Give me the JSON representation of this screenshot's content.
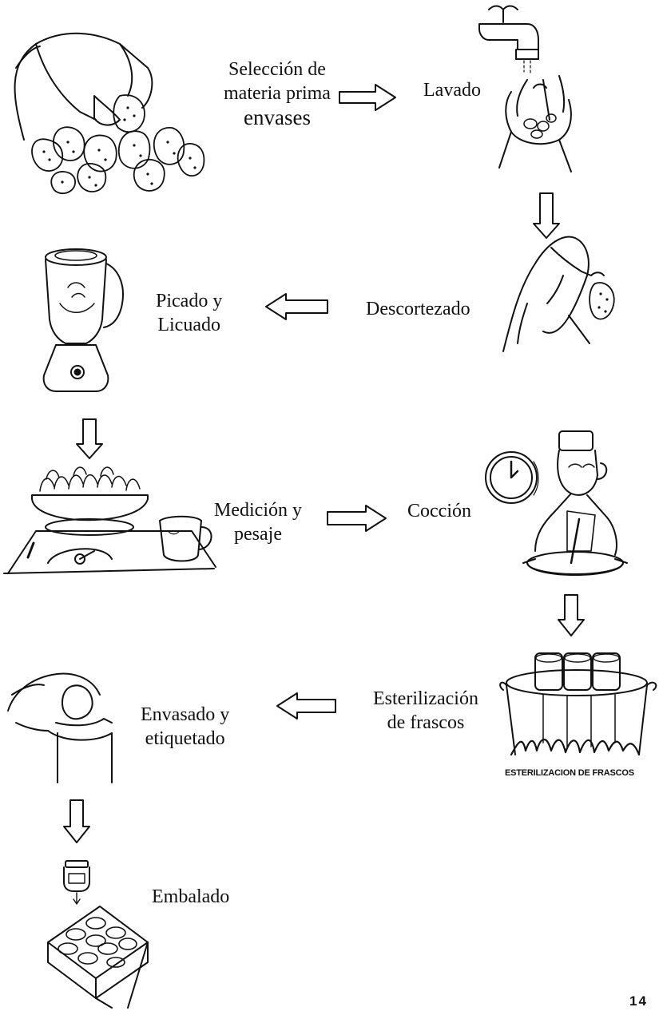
{
  "steps": {
    "seleccion": {
      "line1": "Selección de",
      "line2": "materia prima",
      "line3": "envases"
    },
    "lavado": {
      "label": "Lavado"
    },
    "descortezado": {
      "label": "Descortezado"
    },
    "picado": {
      "line1": "Picado y",
      "line2": "Licuado"
    },
    "medicion": {
      "line1": "Medición y",
      "line2": "pesaje"
    },
    "coccion": {
      "label": "Cocción"
    },
    "esterilizacion": {
      "line1": "Esterilización",
      "line2": "de frascos",
      "caption": "ESTERILIZACION DE FRASCOS"
    },
    "envasado": {
      "line1": "Envasado y",
      "line2": "etiquetado"
    },
    "embalado": {
      "label": "Embalado"
    }
  },
  "page_number": "14",
  "colors": {
    "ink": "#111111",
    "background": "#ffffff"
  },
  "icons": [
    "hand-picking-strawberries-icon",
    "washing-hands-faucet-icon",
    "hand-peeling-strawberry-icon",
    "blender-icon",
    "kitchen-scale-icon",
    "mug-icon",
    "cook-stirring-icon",
    "clock-icon",
    "sterilizing-pot-icon",
    "hand-capping-jar-icon",
    "jar-icon",
    "packing-box-icon"
  ]
}
